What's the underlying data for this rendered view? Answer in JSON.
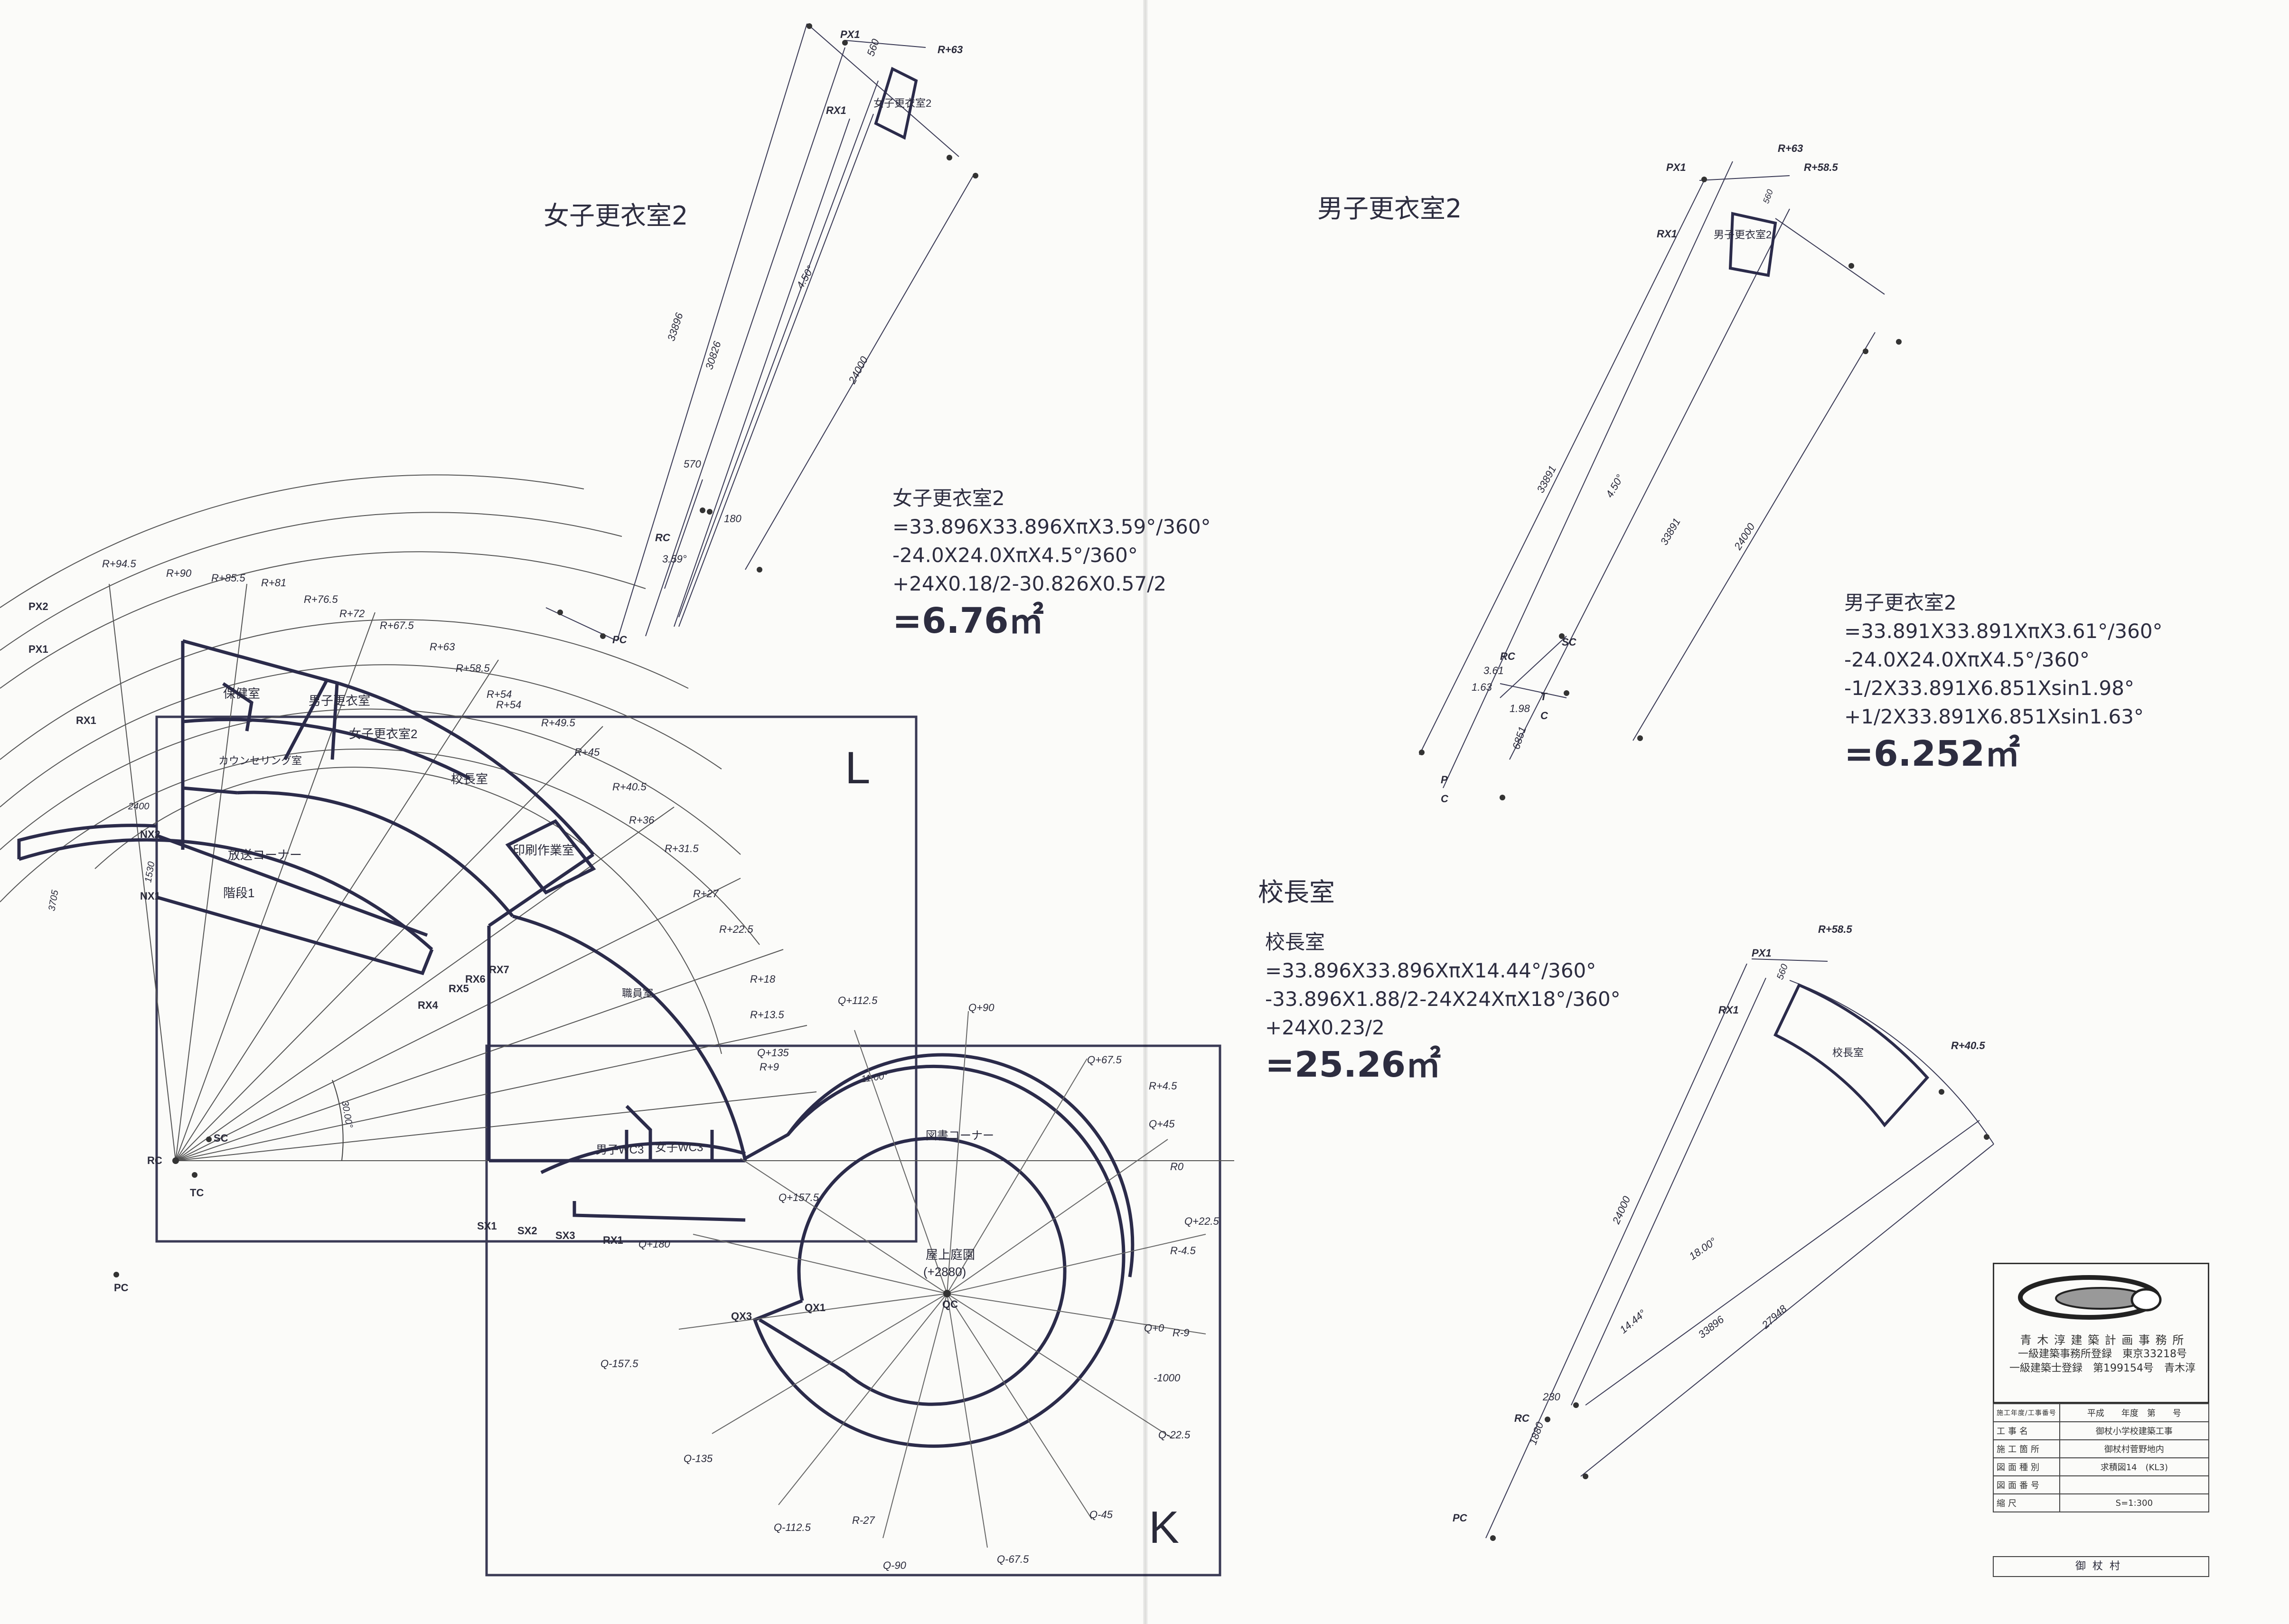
{
  "titles": {
    "women_changing_room_2": "女子更衣室2",
    "men_changing_room_2": "男子更衣室2",
    "principal_office": "校長室"
  },
  "calculations": {
    "women": {
      "heading": "女子更衣室2",
      "lines": [
        "=33.896X33.896XπX3.59°/360°",
        "-24.0X24.0XπX4.5°/360°",
        "+24X0.18/2-30.826X0.57/2"
      ],
      "result": "=6.76㎡"
    },
    "men": {
      "heading": "男子更衣室2",
      "lines": [
        "=33.891X33.891XπX3.61°/360°",
        "-24.0X24.0XπX4.5°/360°",
        "-1/2X33.891X6.851Xsin1.98°",
        "+1/2X33.891X6.851Xsin1.63°"
      ],
      "result": "=6.252㎡"
    },
    "principal": {
      "heading": "校長室",
      "lines": [
        "=33.896X33.896XπX14.44°/360°",
        "-33.896X1.88/2-24X24XπX18°/360°",
        "+24X0.23/2"
      ],
      "result": "=25.26㎡"
    }
  },
  "detail_women": {
    "room": "女子更衣室2",
    "labels": {
      "px1": "PX1",
      "rx1": "RX1",
      "r63": "R+63",
      "rc": "RC",
      "pc": "PC"
    },
    "dims": {
      "d560": "560",
      "d33896": "33896",
      "d30826": "30826",
      "d24000": "24000",
      "d570": "570",
      "d180": "180",
      "a450": "4.50°",
      "a359": "3.59°"
    }
  },
  "detail_men": {
    "room": "男子更衣室2",
    "labels": {
      "px1": "PX1",
      "rx1": "RX1",
      "r63": "R+63",
      "r585": "R+58.5",
      "rc": "RC",
      "sc": "SC",
      "p": "P",
      "c": "C",
      "t": "T",
      "c2": "C"
    },
    "dims": {
      "d560": "560",
      "d33891a": "33891",
      "d33891b": "33891",
      "d24000": "24000",
      "d6851": "6851",
      "a450": "4.50°",
      "a361": "3.61",
      "a163": "1.63",
      "a198": "1.98"
    }
  },
  "detail_principal": {
    "room": "校長室",
    "labels": {
      "px1": "PX1",
      "rx1": "RX1",
      "r585": "R+58.5",
      "r405": "R+40.5",
      "rc": "RC",
      "pc": "PC"
    },
    "dims": {
      "d560": "560",
      "d24000": "24000",
      "d33896": "33896",
      "d27948": "27948",
      "d230": "230",
      "d1880": "1880",
      "a1800": "18.00°",
      "a1444": "14.44°"
    }
  },
  "plan": {
    "zone_l": "L",
    "zone_k": "K",
    "rooms": [
      "保健室",
      "男子更衣室",
      "女子更衣室2",
      "カウンセリング室",
      "校長室",
      "印刷作業室",
      "放送コーナー",
      "階段1",
      "職員室",
      "男子WC3",
      "女子WC3",
      "図書コーナー",
      "屋上庭園",
      "(+2880)"
    ],
    "r_labels": [
      "R+94.5",
      "R+90",
      "R+85.5",
      "R+81",
      "R+76.5",
      "R+72",
      "R+67.5",
      "R+63",
      "R+58.5",
      "R+54",
      "R+54",
      "R+49.5",
      "R+45",
      "R+40.5",
      "R+36",
      "R+31.5",
      "R+27",
      "R+22.5",
      "R+18",
      "R+13.5",
      "R+9",
      "R+4.5",
      "R0",
      "R-4.5",
      "R-9",
      "R-27",
      "-1000"
    ],
    "q_labels": [
      "Q+112.5",
      "Q+90",
      "Q+67.5",
      "Q+135",
      "Q+45",
      "Q+157.5",
      "Q+22.5",
      "Q+180",
      "Q+0",
      "Q-157.5",
      "Q-22.5",
      "Q-135",
      "Q-112.5",
      "Q-90",
      "Q-67.5",
      "Q-45"
    ],
    "axis_labels": [
      "PX2",
      "PX1",
      "RX1",
      "NX2",
      "NX1",
      "RX7",
      "RX6",
      "RX5",
      "RX4",
      "SX1",
      "SX2",
      "SX3",
      "RX1",
      "QX3",
      "QX1",
      "QC",
      "RC",
      "SC",
      "TC",
      "PC"
    ],
    "dims": [
      "2400",
      "3705",
      "1530",
      "11.00°",
      "30.00°"
    ]
  },
  "title_block": {
    "office_name": "青 木 淳 建 築 計 画 事 務 所",
    "office_reg": "一級建築事務所登録　東京33218号",
    "architect_reg": "一級建築士登録　第199154号　青木淳",
    "rows": [
      {
        "key": "施工年度/工事番号",
        "value": "平成　　年度　第　　号"
      },
      {
        "key": "工事名",
        "value": "御杖小学校建築工事"
      },
      {
        "key": "施工箇所",
        "value": "御杖村菅野地内"
      },
      {
        "key": "図面種別",
        "value": "求積図14　(KL3)"
      },
      {
        "key": "図面番号",
        "value": ""
      },
      {
        "key": "縮尺",
        "value": "S=1:300"
      }
    ],
    "owner": "御杖村"
  }
}
